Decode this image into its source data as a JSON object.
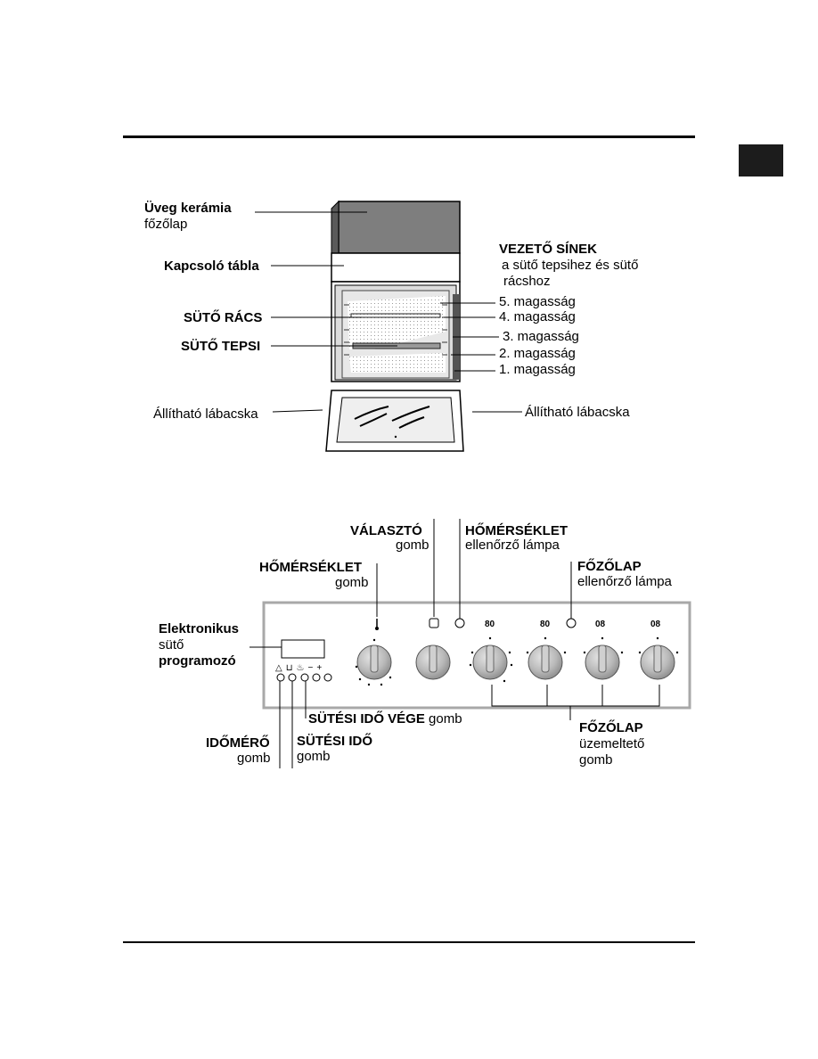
{
  "stove": {
    "labels": {
      "ceramic_line1": "Üveg kerámia",
      "ceramic_line2": "főzőlap",
      "control_panel": "Kapcsoló tábla",
      "rack": "SÜTŐ RÁCS",
      "tray": "SÜTŐ TEPSI",
      "feet_left": "Állítható lábacska",
      "feet_right": "Állítható lábacska",
      "rails_title": "VEZETŐ SÍNEK",
      "rails_sub1": "a sütő tepsihez és sütő",
      "rails_sub2": "rácshoz",
      "level5": "5. magasság",
      "level4": "4. magasság",
      "level3": "3. magasság",
      "level2": "2. magasság",
      "level1": "1. magasság"
    }
  },
  "panel": {
    "labels": {
      "selector_title": "VÁLASZTÓ",
      "selector_sub": "gomb",
      "temp_lamp_title": "HŐMÉRSÉKLET",
      "temp_lamp_sub": "ellenőrző lámpa",
      "temp_knob_title": "HŐMÉRSÉKLET",
      "temp_knob_sub": "gomb",
      "hob_lamp_title": "FŐZŐLAP",
      "hob_lamp_sub": "ellenőrző lámpa",
      "programmer_1": "Elektronikus",
      "programmer_2": "sütő",
      "programmer_3": "programozó",
      "end_time_title": "SÜTÉSI IDŐ VÉGE",
      "end_time_sub": "gomb",
      "timer_title": "IDŐMÉRŐ",
      "timer_sub": "gomb",
      "cook_time_title": "SÜTÉSI IDŐ",
      "cook_time_sub": "gomb",
      "hob_knob_title": "FŐZŐLAP",
      "hob_knob_sub1": "üzemeltető",
      "hob_knob_sub2": "gomb"
    },
    "programmer_buttons": [
      "△",
      "⊔",
      "♨",
      "−",
      "+"
    ]
  },
  "colors": {
    "knob_gray": "#b9b9b9",
    "panel_border": "#a8a8a8",
    "stove_top": "#7a7a7a"
  }
}
